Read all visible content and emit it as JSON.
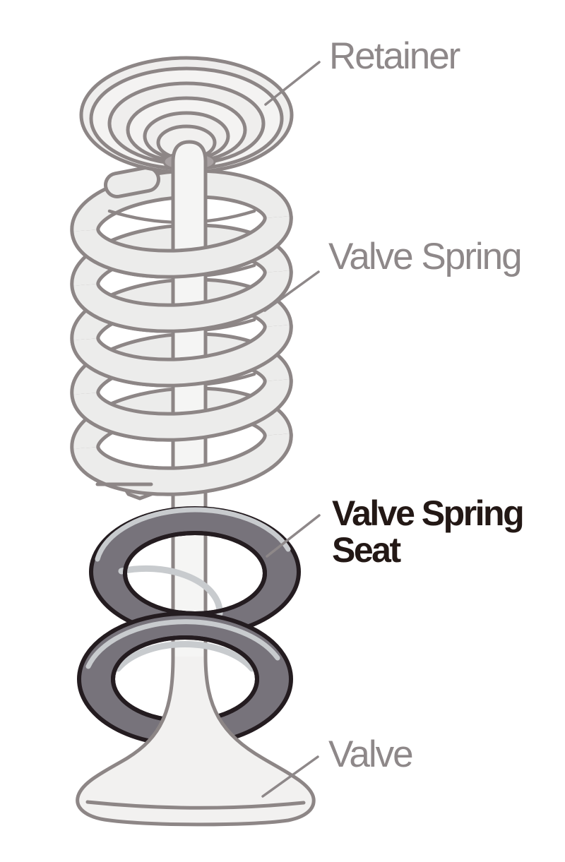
{
  "diagram": {
    "labels": {
      "retainer": "Retainer",
      "valve_spring": "Valve Spring",
      "valve_spring_seat_line1": "Valve Spring",
      "valve_spring_seat_line2": "Seat",
      "valve": "Valve"
    },
    "colors": {
      "background": "#ffffff",
      "label_gray": "#8e8889",
      "label_black": "#231815",
      "leader_line": "#8e8889",
      "part_outline": "#8d8686",
      "part_fill": "#ececeb",
      "stem_fill": "#f5f5f4",
      "retainer_fill": "#f0efee",
      "seat_fill": "#77737b",
      "seat_outline": "#241c20",
      "seat_highlight": "#c8cbce",
      "valve_fill": "#f2f1f0"
    }
  }
}
